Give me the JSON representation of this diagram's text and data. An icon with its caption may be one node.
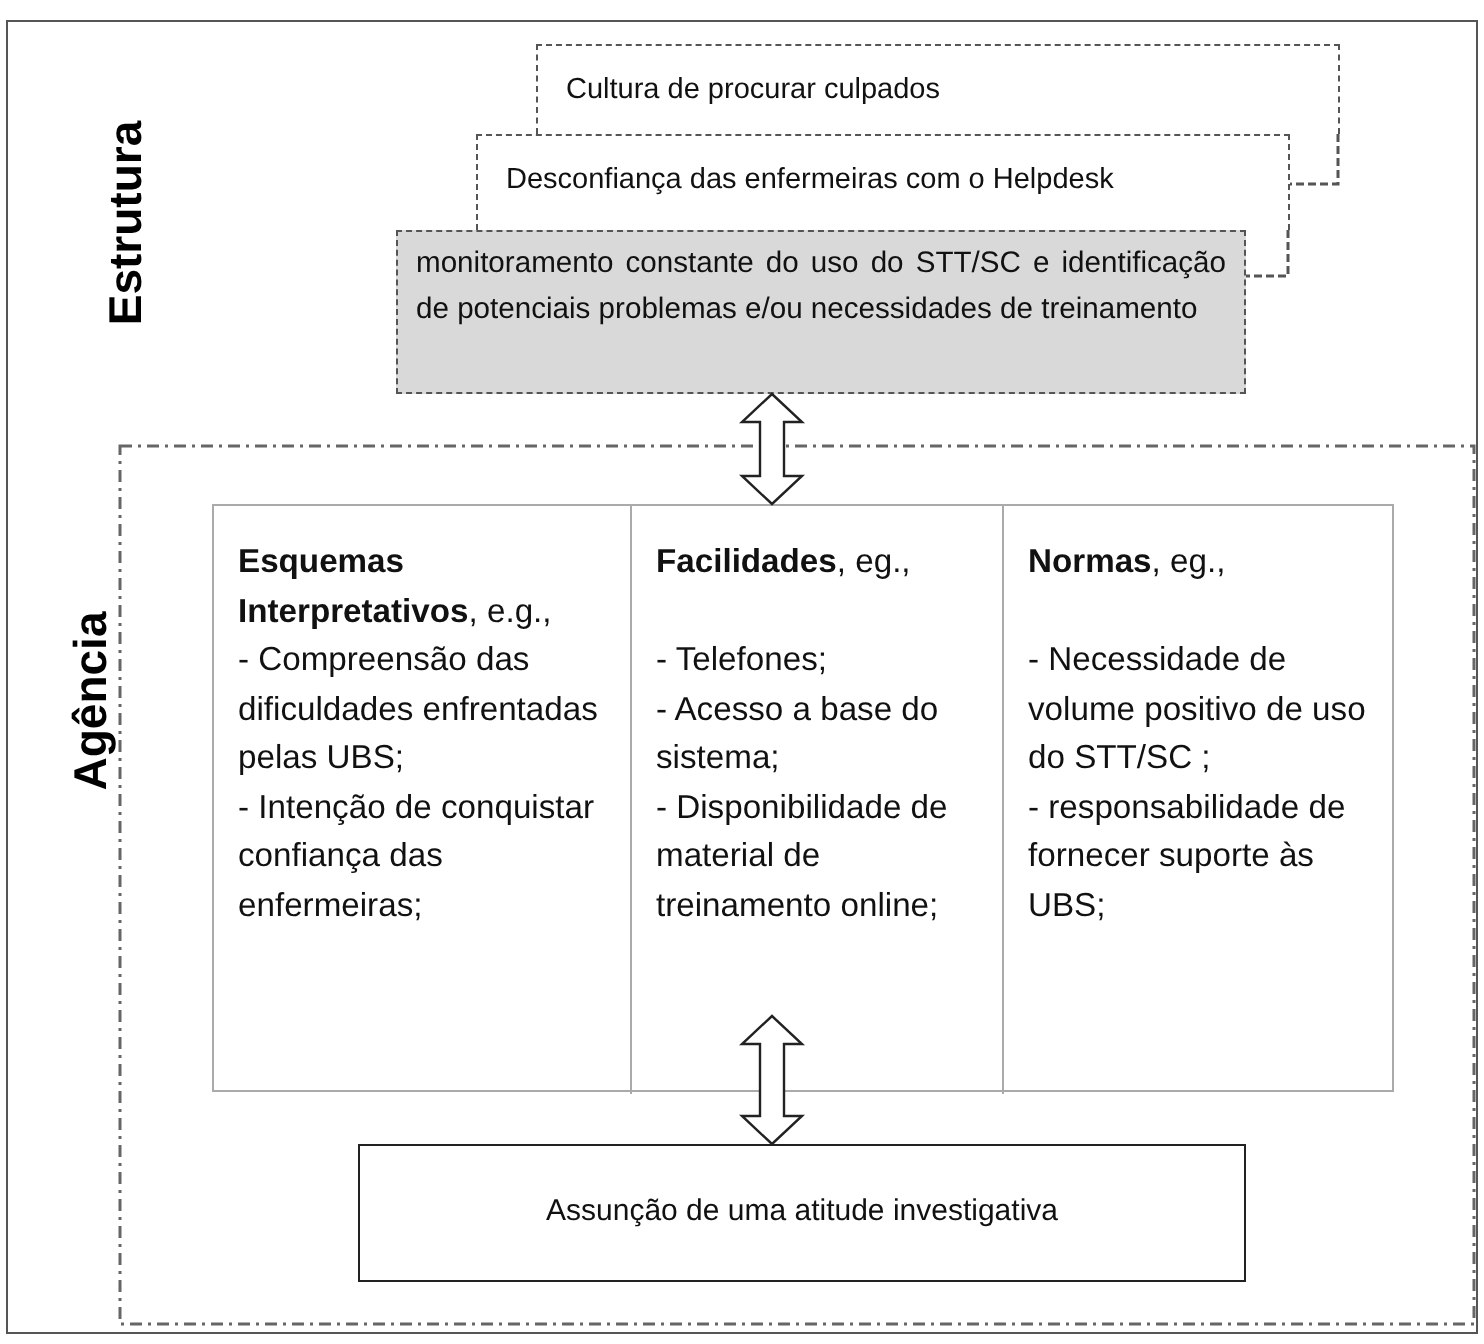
{
  "diagram": {
    "nodes": [
      {
        "text": [
          "Cultura de procurar culpados"
        ]
      },
      {
        "text": [
          "Desconfiança das enfermeiras com o Helpdesk"
        ]
      },
      {
        "text": [
          "monitoramento constante do uso do STT/SC e identificação de potenciais problemas e/ou necessidades de treinamento"
        ]
      },
      {
        "text": [
          "Agência"
        ]
      },
      {
        "text": [],
        "shape": "box",
        "in": 3
      },
      {
        "text": [
          "**Esquemas Interpretativos**, e.g.,",
          "- Compreensão das dificuldades enfrentadas pelas UBS;",
          "- Intenção de conquistar confiança das enfermeiras;"
        ],
        "in": 4
      },
      {
        "text": [
          "**Facilidades**, eg.,",
          "- Telefones;",
          "- Acesso a base do sistema;",
          "- Disponibilidade de material de treinamento online;"
        ],
        "in": 4
      },
      {
        "text": [
          "**Normas**, eg.,",
          "- Necessidade de volume positivo de uso do STT/SC ;",
          "- responsabilidade de fornecer suporte às UBS;"
        ],
        "in": 4
      },
      {
        "text": [
          "Assunção de uma atitude investigativa"
        ],
        "in": 3
      }
    ],
    "edges": [
      {
        "from": 2,
        "to": 4,
        "arrow": "both"
      },
      {
        "from": 4,
        "to": 8,
        "arrow": "both"
      }
    ],
    "labels": [
      "Estrutura"
    ]
  }
}
